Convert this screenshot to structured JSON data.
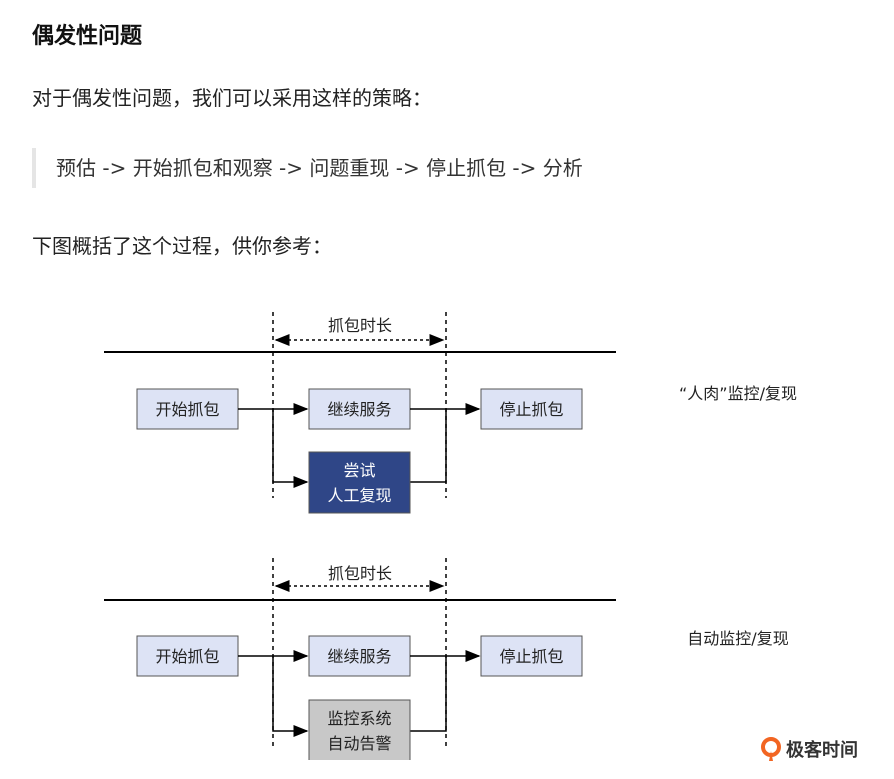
{
  "heading": "偶发性问题",
  "intro": "对于偶发性问题，我们可以采用这样的策略：",
  "strategy": "预估 -> 开始抓包和观察 -> 问题重现 -> 停止抓包 -> 分析",
  "figure_intro": "下图概括了这个过程，供你参考：",
  "diagrams": [
    {
      "duration_label": "抓包时长",
      "start": "开始抓包",
      "continue": "继续服务",
      "stop": "停止抓包",
      "branch_lines": [
        "尝试",
        "人工复现"
      ],
      "side_label": "“人肉”监控/复现"
    },
    {
      "duration_label": "抓包时长",
      "start": "开始抓包",
      "continue": "继续服务",
      "stop": "停止抓包",
      "branch_lines": [
        "监控系统",
        "自动告警"
      ],
      "side_label": "自动监控/复现"
    }
  ],
  "logo": {
    "icon": "geekbang-logo-icon",
    "text": "极客时间"
  },
  "colors": {
    "box_fill": "#dde3f5",
    "manual_box_fill": "#2f4687",
    "auto_box_fill": "#c8c8c8"
  }
}
